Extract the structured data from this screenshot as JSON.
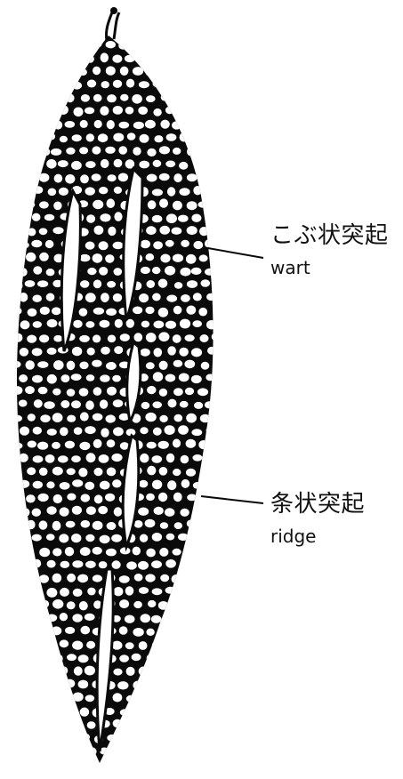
{
  "labels": {
    "wart": {
      "ja": "こぶ状突起",
      "en": "wart"
    },
    "ridge": {
      "ja": "条状突起",
      "en": "ridge"
    }
  },
  "colors": {
    "ink": "#0a0a0a",
    "paper": "#ffffff"
  }
}
